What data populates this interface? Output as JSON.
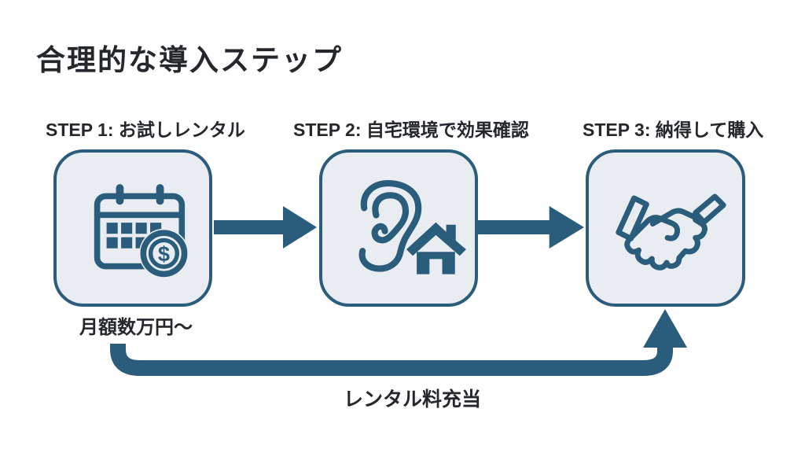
{
  "title": "合理的な導入ステップ",
  "colors": {
    "accent": "#2a5c7c",
    "card_background": "#e9edf2",
    "text_dark": "#24272b",
    "page_background": "#ffffff"
  },
  "steps": [
    {
      "label": "STEP 1: お試しレンタル",
      "icon": "calendar-money-icon",
      "note": "月額数万円〜",
      "coin_symbol": "$"
    },
    {
      "label": "STEP 2: 自宅環境で効果確認",
      "icon": "ear-home-icon",
      "note": ""
    },
    {
      "label": "STEP 3: 納得して購入",
      "icon": "handshake-icon",
      "note": ""
    }
  ],
  "return_flow": {
    "label": "レンタル料充当"
  }
}
